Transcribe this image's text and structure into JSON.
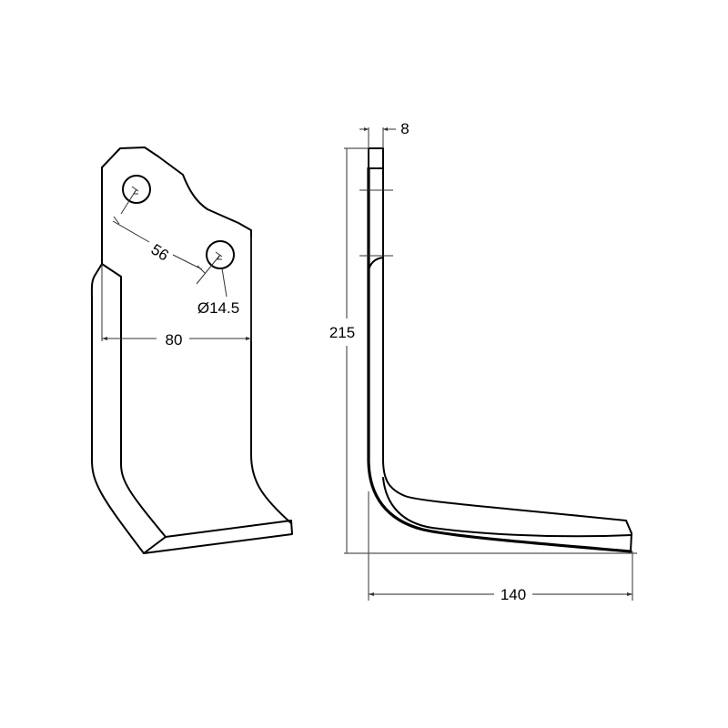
{
  "drawing": {
    "title": "Rotary tiller blade technical drawing",
    "views": [
      {
        "name": "front-view",
        "dimensions": {
          "hole_spacing": "56",
          "hole_diameter": "Ø14.5",
          "width": "80"
        }
      },
      {
        "name": "side-view",
        "dimensions": {
          "thickness": "8",
          "height": "215",
          "length": "140"
        }
      }
    ]
  }
}
